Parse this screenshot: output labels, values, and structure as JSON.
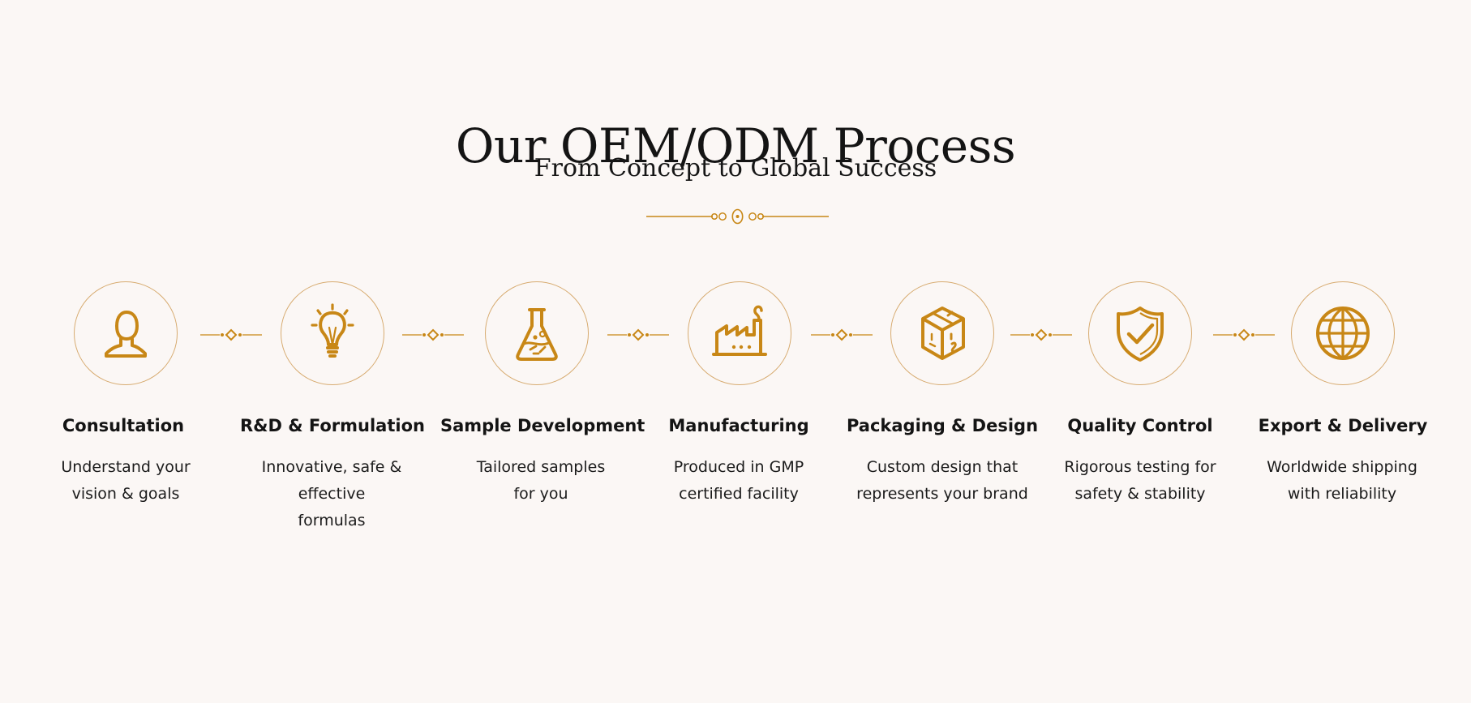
{
  "header": {
    "title": "Our OEM/ODM Process",
    "subtitle": "From Concept to Global Success"
  },
  "colors": {
    "background": "#fbf7f5",
    "accent": "#c88716",
    "circle_border": "#d7ab70",
    "text": "#151515"
  },
  "steps": [
    {
      "icon": "person-icon",
      "title": "Consultation",
      "line1": "Understand your",
      "line2": "vision & goals"
    },
    {
      "icon": "lightbulb-icon",
      "title": "R&D & Formulation",
      "line1": "Innovative, safe & effective",
      "line2": "formulas"
    },
    {
      "icon": "flask-icon",
      "title": "Sample Development",
      "line1": "Tailored samples",
      "line2": "for you"
    },
    {
      "icon": "factory-icon",
      "title": "Manufacturing",
      "line1": "Produced in GMP",
      "line2": "certified facility"
    },
    {
      "icon": "box-icon",
      "title": "Packaging & Design",
      "line1": "Custom design that",
      "line2": "represents your brand"
    },
    {
      "icon": "shield-check-icon",
      "title": "Quality Control",
      "line1": "Rigorous testing for",
      "line2": "safety & stability"
    },
    {
      "icon": "globe-icon",
      "title": "Export & Delivery",
      "line1": "Worldwide shipping",
      "line2": "with reliability"
    }
  ]
}
